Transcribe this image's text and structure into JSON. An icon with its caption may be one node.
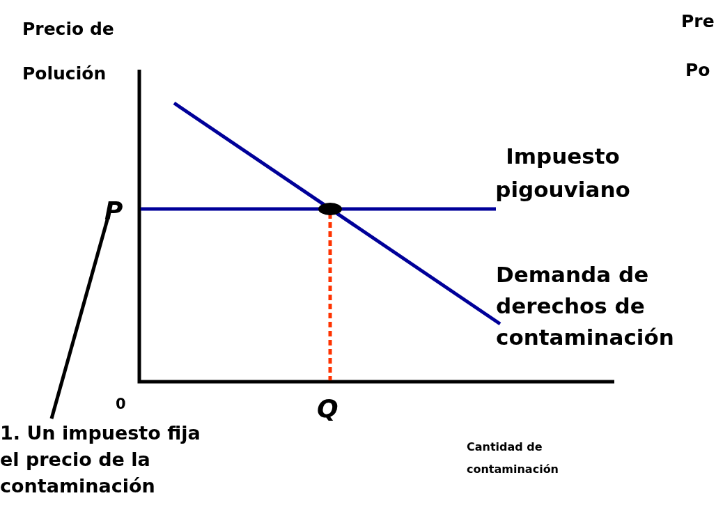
{
  "diagram": {
    "nodes": [
      {
        "text": [
          "1. Un impuesto fija el precio de la contaminación"
        ]
      },
      {
        "text": [
          "P"
        ]
      }
    ],
    "edges": [
      {
        "from": 0,
        "to": 1,
        "arrow": "none"
      }
    ],
    "labels": [
      "Precio de Polución",
      "Pre",
      "Po",
      "Impuesto pigouviano",
      "Demanda de derechos de contaminación",
      "0",
      "Q",
      "Cantidad de contaminación"
    ]
  }
}
